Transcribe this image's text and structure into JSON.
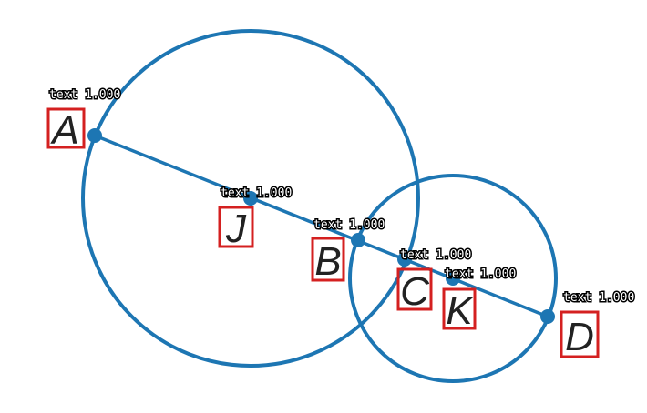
{
  "diagram": {
    "circles": [
      {
        "name": "circle-j",
        "center": "J"
      },
      {
        "name": "circle-k",
        "center": "K"
      }
    ],
    "segment": {
      "from": "A",
      "to": "D",
      "through": [
        "J",
        "B",
        "C",
        "K"
      ]
    },
    "points": [
      {
        "id": "A",
        "label": "A",
        "detection": "text 1.000"
      },
      {
        "id": "J",
        "label": "J",
        "detection": "text 1.000"
      },
      {
        "id": "B",
        "label": "B",
        "detection": "text 1.000"
      },
      {
        "id": "C",
        "label": "C",
        "detection": "text 1.000"
      },
      {
        "id": "K",
        "label": "K",
        "detection": "text 1.000"
      },
      {
        "id": "D",
        "label": "D",
        "detection": "text 1.000"
      }
    ]
  },
  "colors": {
    "figure": "#1d76b3",
    "label_text": "#222222",
    "detection_box": "#d42020"
  }
}
